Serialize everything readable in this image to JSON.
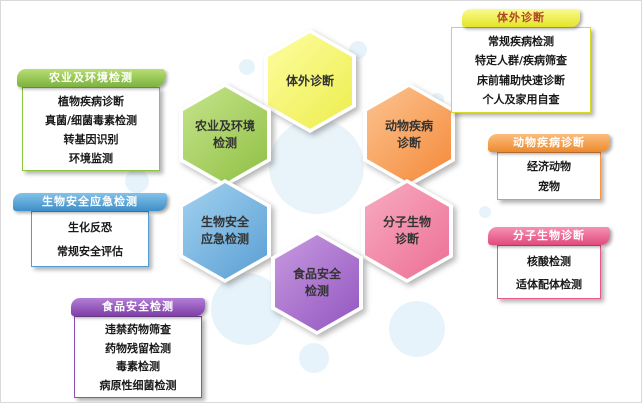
{
  "diagram": {
    "subject": "检测诊断应用领域图",
    "background_circle_color": "#cfe7f5"
  },
  "hexagons": [
    {
      "label": "体外诊断",
      "color": "#eded4e"
    },
    {
      "label": "农业及环境\n检测",
      "color": "#8fc044"
    },
    {
      "label": "动物疾病\n诊断",
      "color": "#f48a3a"
    },
    {
      "label": "生物安全\n应急检测",
      "color": "#5a9fd4"
    },
    {
      "label": "分子生物\n诊断",
      "color": "#ec6f95"
    },
    {
      "label": "食品安全\n检测",
      "color": "#9355c0"
    }
  ],
  "callouts": [
    {
      "title": "体外诊断",
      "color": "#e4e428",
      "items": [
        "常规疾病检测",
        "特定人群/疾病筛查",
        "床前辅助快速诊断",
        "个人及家用自查"
      ]
    },
    {
      "title": "农业及环境检测",
      "color": "#8cc63e",
      "items": [
        "植物疾病诊断",
        "真菌/细菌毒素检测",
        "转基因识别",
        "环境监测"
      ]
    },
    {
      "title": "生物安全应急检测",
      "color": "#4f9fd4",
      "items": [
        "生化反恐",
        "常规安全评估"
      ]
    },
    {
      "title": "食品安全检测",
      "color": "#8f4fb5",
      "items": [
        "违禁药物筛查",
        "药物残留检测",
        "毒素检测",
        "病原性细菌检测"
      ]
    },
    {
      "title": "动物疾病诊断",
      "color": "#f79646",
      "items": [
        "经济动物",
        "宠物"
      ]
    },
    {
      "title": "分子生物诊断",
      "color": "#e9588a",
      "items": [
        "核酸检测",
        "适体配体检测"
      ]
    }
  ]
}
